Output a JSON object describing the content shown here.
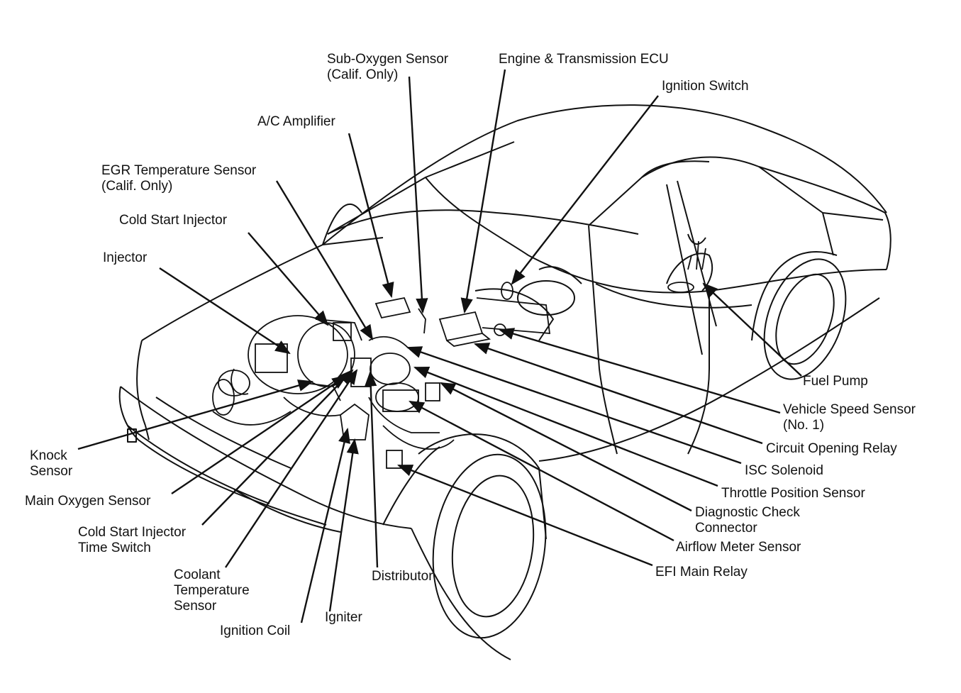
{
  "labels": {
    "sub_oxygen_sensor": [
      "Sub-Oxygen Sensor",
      "(Calif. Only)"
    ],
    "engine_transmission_ecu": [
      "Engine & Transmission ECU"
    ],
    "ignition_switch": [
      "Ignition Switch"
    ],
    "ac_amplifier": [
      "A/C Amplifier"
    ],
    "egr_temperature_sensor": [
      "EGR Temperature Sensor",
      "(Calif. Only)"
    ],
    "cold_start_injector": [
      "Cold Start Injector"
    ],
    "injector": [
      "Injector"
    ],
    "fuel_pump": [
      "Fuel Pump"
    ],
    "vehicle_speed_sensor": [
      "Vehicle Speed Sensor",
      "(No. 1)"
    ],
    "circuit_opening_relay": [
      "Circuit Opening Relay"
    ],
    "isc_solenoid": [
      "ISC Solenoid"
    ],
    "throttle_position_sensor": [
      "Throttle Position Sensor"
    ],
    "diagnostic_check_connector": [
      "Diagnostic Check",
      "Connector"
    ],
    "airflow_meter_sensor": [
      "Airflow Meter Sensor"
    ],
    "efi_main_relay": [
      "EFI Main Relay"
    ],
    "knock_sensor": [
      "Knock",
      "Sensor"
    ],
    "main_oxygen_sensor": [
      "Main Oxygen Sensor"
    ],
    "cold_start_injector_time_switch": [
      "Cold Start Injector",
      "Time Switch"
    ],
    "coolant_temperature_sensor": [
      "Coolant",
      "Temperature",
      "Sensor"
    ],
    "ignition_coil": [
      "Ignition Coil"
    ],
    "igniter": [
      "Igniter"
    ],
    "distributor": [
      "Distributor"
    ]
  },
  "colors": {
    "ink": "#111111",
    "paper": "#ffffff"
  }
}
